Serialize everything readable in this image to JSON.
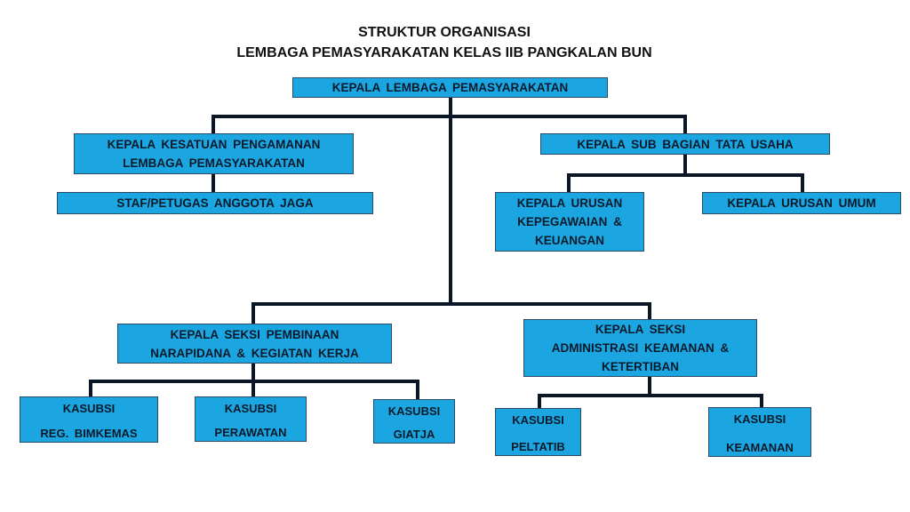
{
  "title": {
    "line1": "STRUKTUR ORGANISASI",
    "line2": "LEMBAGA PEMASYARAKATAN KELAS IIB PANGKALAN BUN"
  },
  "colors": {
    "box_fill": "#1ba6e2",
    "connector": "#0b1626"
  },
  "nodes": {
    "kalapas": "KEPALA LEMBAGA PEMASYARAKATAN",
    "kplp": [
      "KEPALA KESATUAN PENGAMANAN",
      "LEMBAGA PEMASYARAKATAN"
    ],
    "staf": "STAF/PETUGAS ANGGOTA JAGA",
    "tu": "KEPALA SUB BAGIAN TATA USAHA",
    "kepegawaian": [
      "KEPALA URUSAN",
      "KEPEGAWAIAN &",
      "KEUANGAN"
    ],
    "umum": "KEPALA URUSAN UMUM",
    "binadik": [
      "KEPALA SEKSI PEMBINAAN",
      "NARAPIDANA & KEGIATAN KERJA"
    ],
    "adm_kamtib": [
      "KEPALA SEKSI",
      "ADMINISTRASI KEAMANAN &",
      "KETERTIBAN"
    ],
    "bimkemas": [
      "KASUBSI",
      "REG. BIMKEMAS"
    ],
    "perawatan": [
      "KASUBSI",
      "PERAWATAN"
    ],
    "giatja": [
      "KASUBSI",
      "GIATJA"
    ],
    "peltatib": [
      "KASUBSI",
      "PELTATIB"
    ],
    "keamanan": [
      "KASUBSI",
      "KEAMANAN"
    ]
  }
}
